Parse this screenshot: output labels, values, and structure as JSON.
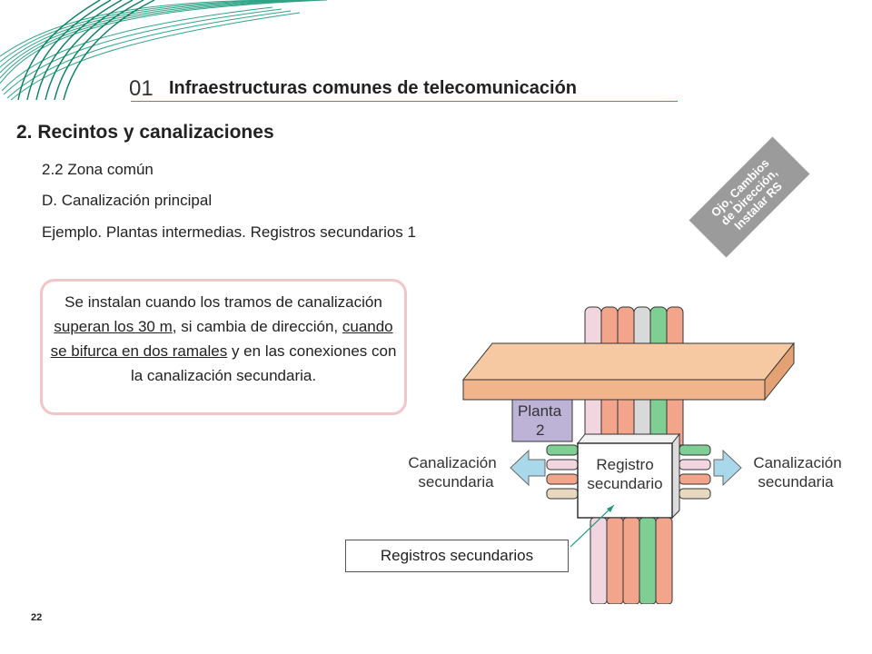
{
  "header": {
    "section_number": "01",
    "section_title": "Infraestructuras comunes de telecomunicación"
  },
  "content": {
    "heading": "2. Recintos y canalizaciones",
    "lines": [
      "2.2 Zona común",
      "D. Canalización principal",
      "Ejemplo. Plantas intermedias. Registros secundarios 1"
    ]
  },
  "stamp": {
    "lines": [
      "Ojo, Cambios",
      "de Dirección,",
      "Instalar RS"
    ]
  },
  "note": {
    "t1": "Se instalan cuando los tramos de canalización ",
    "u1": "superan los 30 m",
    "t2": ", si cambia de dirección, ",
    "u2": "cuando se bifurca en dos ramales",
    "t3": " y en las conexiones con la canalización secundaria."
  },
  "diagram": {
    "floor_label_1": "Planta",
    "floor_label_2": "2",
    "box_label_1": "Registro",
    "box_label_2": "secundario",
    "left_label_1": "Canalización",
    "left_label_2": "secundaria",
    "right_label_1": "Canalización",
    "right_label_2": "secundaria"
  },
  "callout": {
    "label": "Registros secundarios"
  },
  "footer": {
    "page_number": "22"
  },
  "colors": {
    "accent_teal": "#1a9a7a",
    "rule_red": "#d9534f",
    "slab": "#f6c9a3",
    "arrow_blue": "#a9d8ea",
    "stamp_gray": "#9b9b9b"
  }
}
